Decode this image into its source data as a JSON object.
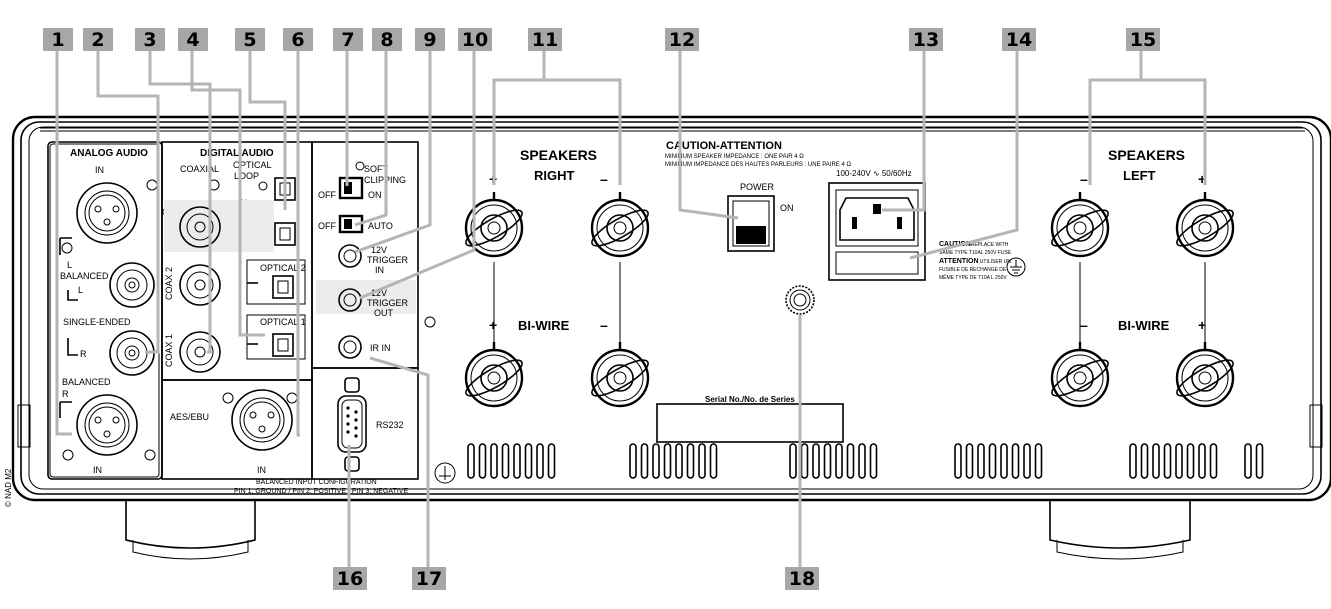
{
  "callouts": [
    "1",
    "2",
    "3",
    "4",
    "5",
    "6",
    "7",
    "8",
    "9",
    "10",
    "11",
    "12",
    "13",
    "14",
    "15",
    "16",
    "17",
    "18"
  ],
  "labels": {
    "analog_audio": "ANALOG AUDIO",
    "digital_audio": "DIGITAL AUDIO",
    "coaxial": "COAXIAL",
    "optical": "OPTICAL",
    "loop": "LOOP",
    "in_short": "IN",
    "out": "OUT",
    "in": "IN",
    "balanced_l": "L",
    "balanced": "BALANCED",
    "l": "L",
    "single_ended": "SINGLE-ENDED",
    "r": "R",
    "balanced_r_title": "BALANCED",
    "balanced_r": "R",
    "coax2": "COAX 2",
    "coax1": "COAX 1",
    "optical2": "OPTICAL 2",
    "optical1": "OPTICAL 1",
    "soft_clipping_1": "SOFT",
    "soft_clipping_2": "CLIPPING",
    "off": "OFF",
    "on": "ON",
    "auto": "AUTO",
    "trigger_in_1": "12V",
    "trigger_in_2": "TRIGGER",
    "trigger_in_3": "IN",
    "trigger_out_1": "12V",
    "trigger_out_2": "TRIGGER",
    "trigger_out_3": "OUT",
    "ir_in": "IR IN",
    "aes_ebu": "AES/EBU",
    "rs232": "RS232",
    "balanced_config_1": "BALANCED INPUT CONFIGURATION",
    "balanced_config_2": "PIN 1: GROUND / PIN 2: POSITIVE / PIN 3: NEGATIVE",
    "speakers": "SPEAKERS",
    "right": "RIGHT",
    "left": "LEFT",
    "bi_wire": "BI-WIRE",
    "caution_title": "CAUTION-ATTENTION",
    "caution_1": "MINIMUM SPEAKER IMPEDANCE : ONE PAIR 4 Ω",
    "caution_2": "MINIMUM IMPEDANCE DES HAUTES PARLEURS : UNE PAIRE 4 Ω",
    "power": "POWER",
    "power_on": "ON",
    "mains": "100-240V ∿ 50/60Hz",
    "fuse_caution": "CAUTION",
    "fuse_caution_text_1": ": REPLACE WITH",
    "fuse_caution_text_2": "SAME TYPE T10AL 250V FUSE",
    "fuse_attention": "ATTENTION",
    "fuse_attention_text_1": ": UTILISER UN",
    "fuse_attention_text_2": "FUSIBLE DE RECHANGE DE",
    "fuse_attention_text_3": "MÊME TYPE DE T10A L 250V",
    "serial": "Serial No./No. de Series",
    "copyright": "© NAD M2",
    "plus": "+",
    "minus": "–"
  }
}
